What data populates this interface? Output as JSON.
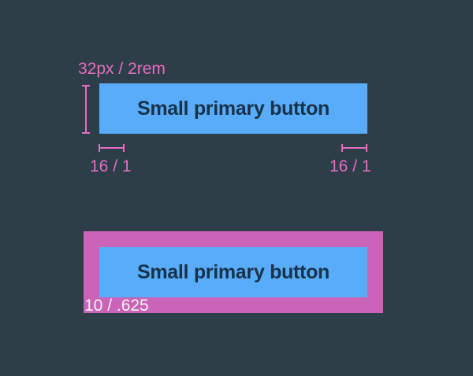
{
  "colors": {
    "background": "#2d3e48",
    "button_bg": "#58acfa",
    "button_text": "#17324a",
    "annotation": "#e56cc0",
    "margin_area": "#cb64b8"
  },
  "top_spec": {
    "height_label": "32px / 2rem",
    "button_label": "Small primary button",
    "padding_left_label": "16 / 1",
    "padding_right_label": "16 / 1"
  },
  "bottom_spec": {
    "button_label": "Small primary button",
    "margin_label": "10 / .625"
  }
}
